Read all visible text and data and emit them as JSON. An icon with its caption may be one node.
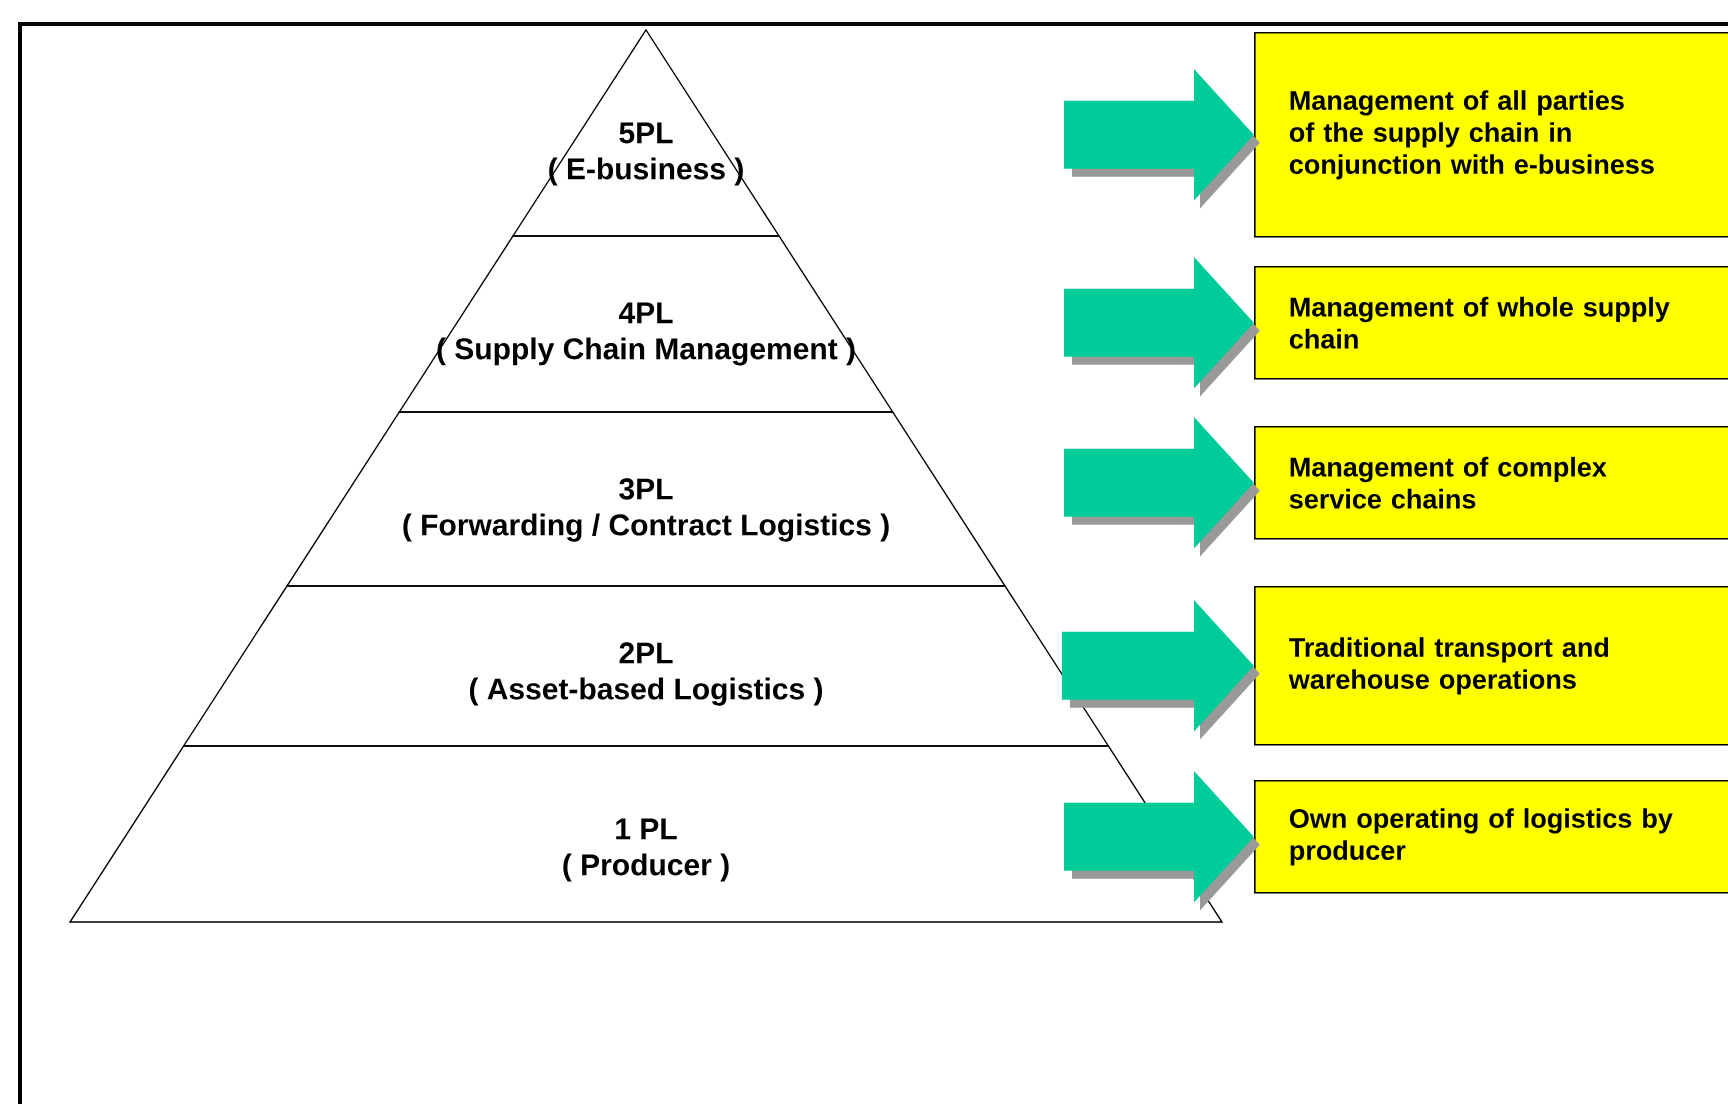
{
  "diagram": {
    "nodes": [
      {
        "text": [
          "5PL",
          "( E-business )"
        ]
      },
      {
        "text": [
          "4PL",
          "( Supply Chain Management )"
        ]
      },
      {
        "text": [
          "3PL",
          "( Forwarding / Contract Logistics )"
        ]
      },
      {
        "text": [
          "2PL",
          "( Asset-based Logistics )"
        ]
      },
      {
        "text": [
          "1 PL",
          "( Producer )"
        ]
      },
      {
        "text": [
          "Management of all parties of the supply chain in conjunction with e-business"
        ]
      },
      {
        "text": [
          "Management of whole supply chain"
        ]
      },
      {
        "text": [
          "Management of complex service chains"
        ]
      },
      {
        "text": [
          "Traditional transport and warehouse operations"
        ]
      },
      {
        "text": [
          "Own operating of logistics by producer"
        ]
      }
    ],
    "edges": [
      {
        "from": null,
        "to": 5,
        "arrow": "to"
      },
      {
        "from": null,
        "to": 6,
        "arrow": "to"
      },
      {
        "from": null,
        "to": 7,
        "arrow": "to"
      },
      {
        "from": 3,
        "to": 8,
        "arrow": "to"
      },
      {
        "from": 4,
        "to": 9,
        "arrow": "to"
      }
    ]
  }
}
